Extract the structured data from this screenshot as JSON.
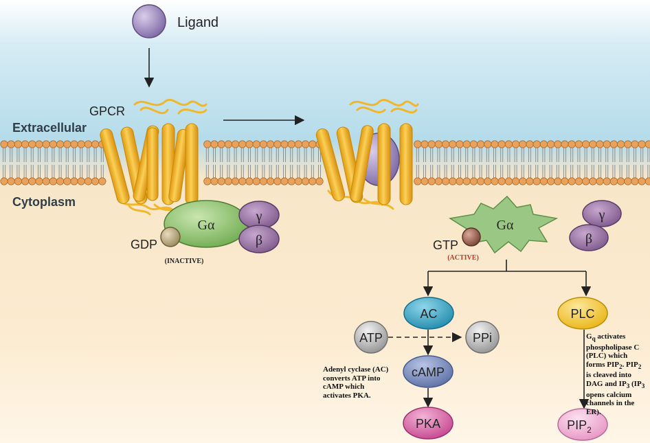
{
  "labels": {
    "ligand": "Ligand",
    "gpcr": "GPCR",
    "extracellular": "Extracellular",
    "cytoplasm": "Cytoplasm",
    "gdp": "GDP",
    "gtp": "GTP",
    "inactive": "(INACTIVE)",
    "active": "(ACTIVE)"
  },
  "subunits": {
    "g_alpha": "Gα",
    "gamma": "γ",
    "beta": "β"
  },
  "nodes": {
    "ac": "AC",
    "atp": "ATP",
    "ppi": "PPi",
    "camp": "cAMP",
    "pka": "PKA",
    "plc": "PLC",
    "pip2_main": "PIP",
    "pip2_sub": "2"
  },
  "notes": {
    "ac_note": "Adenyl cyclase (AC) converts ATP into cAMP which activates PKA.",
    "plc_note_html": "G<sub>q</sub> activates phospholipase C (PLC) which forms PIP<sub>2</sub>. PIP<sub>2</sub> is cleaved into DAG and IP<sub>3</sub> (IP<sub>3</sub> opens calcium channels in the ER)."
  },
  "colors": {
    "ligand": "#9b86bd",
    "receptor": "#f3b632",
    "g_alpha": "#8cc26a",
    "g_beta_gamma": "#8c6498",
    "ac": "#2aa3c6",
    "camp": "#6d7fb5",
    "pka": "#d4579c",
    "plc": "#f5c421",
    "pip2": "#f2a8d0",
    "grey_node": "#9e9e9e",
    "active_text": "#c0392b"
  }
}
